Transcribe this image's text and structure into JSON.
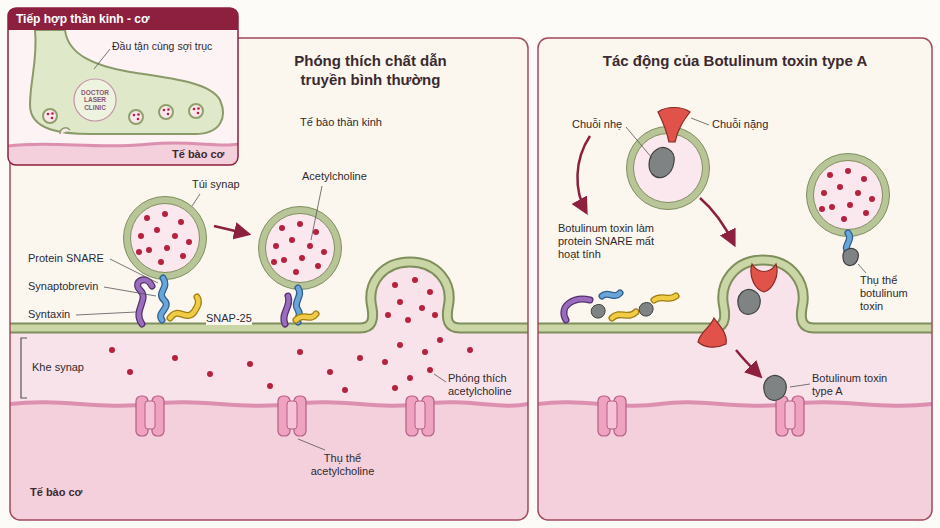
{
  "diagram": {
    "nodes": [
      {
        "text": [
          "Tiếp hợp thần kinh - cơ"
        ]
      },
      {
        "text": [
          "Phóng thích chất dẫn truyền bình thường"
        ]
      },
      {
        "text": [
          "Tác động của Botulinum toxin type A"
        ]
      }
    ],
    "labels": [
      "Đầu tận cùng sợi trục",
      "DOCTOR LASER CLINIC",
      "Tế bào cơ",
      "Tế bào thần kinh",
      "Túi synap",
      "Acetylcholine",
      "Protein SNARE",
      "Synaptobrevin",
      "Syntaxin",
      "SNAP-25",
      "Phóng thích acetylcholine",
      "Khe synap",
      "Thụ thể acetylcholine",
      "Tế bào cơ",
      "Chuỗi nhẹ",
      "Chuỗi nặng",
      "Botulinum toxin làm protein SNARE mất hoạt tính",
      "Thụ thể botulinum toxin",
      "Botulinum toxin type A"
    ]
  }
}
